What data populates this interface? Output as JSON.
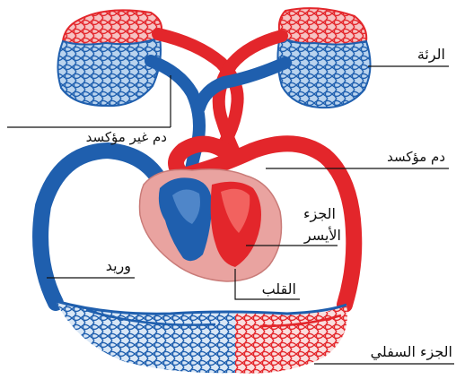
{
  "diagram": {
    "labels": {
      "lung": "الرئة",
      "deoxygenated_blood": "دم غير مؤكسد",
      "oxygenated_blood": "دم مؤكسد",
      "left_side_line1": "الجزء",
      "left_side_line2": "الأيسر",
      "vein": "وريد",
      "heart": "القلب",
      "lower_part": "الجزء السفلي"
    },
    "colors": {
      "oxygenated": "#e3262b",
      "deoxygenated": "#1f5fae",
      "heart_sac": "#e9a3a0",
      "capillary_blue_fill": "#b9d3ee",
      "capillary_red_fill": "#f6c2c2"
    }
  }
}
